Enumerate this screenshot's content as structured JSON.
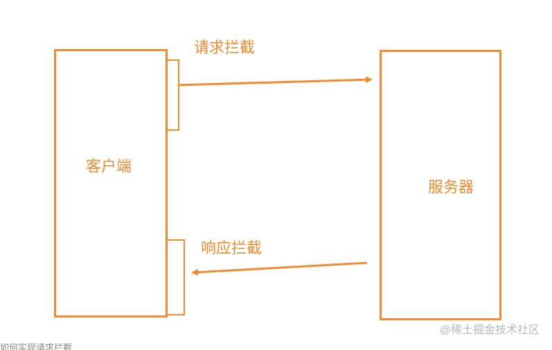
{
  "diagram": {
    "client_label": "客户端",
    "server_label": "服务器",
    "request_label": "请求拦截",
    "response_label": "响应拦截"
  },
  "colors": {
    "accent": "#f08a2c"
  },
  "watermark": "@稀土掘金技术社区",
  "cutoff_text": "如何实现请求拦截"
}
